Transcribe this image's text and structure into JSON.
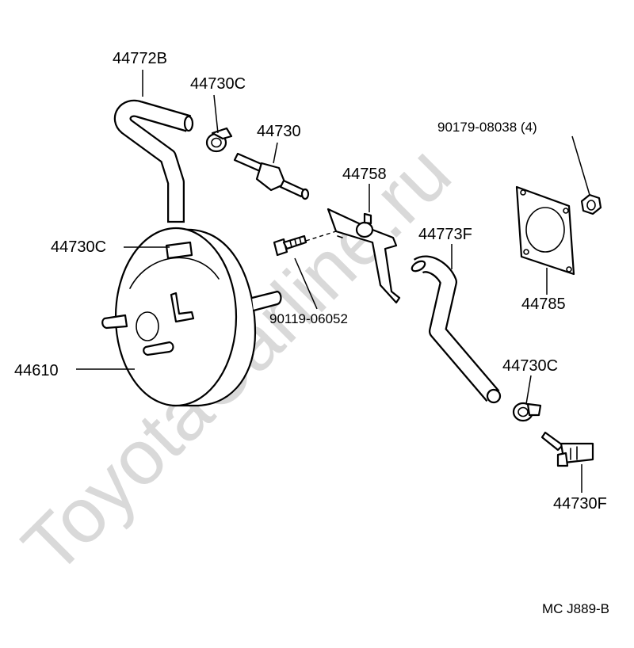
{
  "diagram": {
    "watermark": "ToyotaCarline.ru",
    "reference_code": "MC  J889-B",
    "labels": {
      "hose_upper": "44772B",
      "clamp_top": "44730C",
      "check_valve": "44730",
      "bracket": "44758",
      "bolt_nut": "90179-08038 (4)",
      "clamp_booster": "44730C",
      "hose_right": "44773F",
      "gasket": "44785",
      "bolt": "90119-06052",
      "booster": "44610",
      "clamp_lower": "44730C",
      "union": "44730F"
    }
  }
}
